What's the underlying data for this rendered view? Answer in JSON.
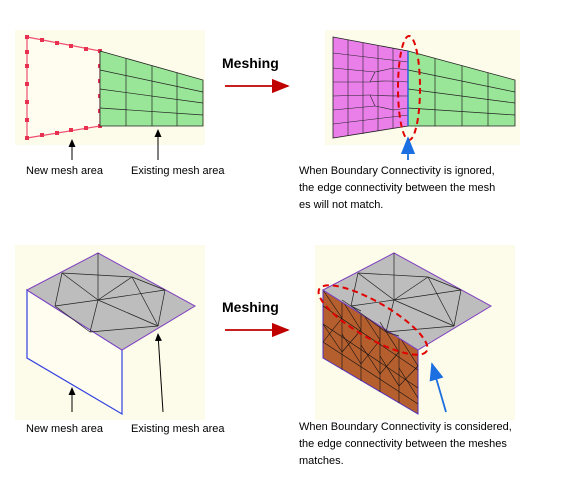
{
  "top": {
    "operation_label": "Meshing",
    "new_mesh_label": "New mesh area",
    "existing_mesh_label": "Existing mesh area",
    "note_line1": "When Boundary Connectivity is ignored,",
    "note_line2": "the edge connectivity between the mesh",
    "note_line3": "es will not match."
  },
  "bottom": {
    "operation_label": "Meshing",
    "new_mesh_label": "New mesh area",
    "existing_mesh_label": "Existing mesh area",
    "note_line1": "When Boundary Connectivity is considered,",
    "note_line2": "the edge connectivity between the meshes",
    "note_line3": "matches."
  },
  "colors": {
    "panel_bg": "#fdfcea",
    "existing_mesh": "#99e699",
    "new_mesh_quad": "#ea7fea",
    "new_mesh_tri": "#b55f2f",
    "top_face": "#bdbdbd",
    "arrow_red": "#c00000",
    "arrow_blue": "#1b6fe0",
    "dashed_red": "#e00000"
  }
}
